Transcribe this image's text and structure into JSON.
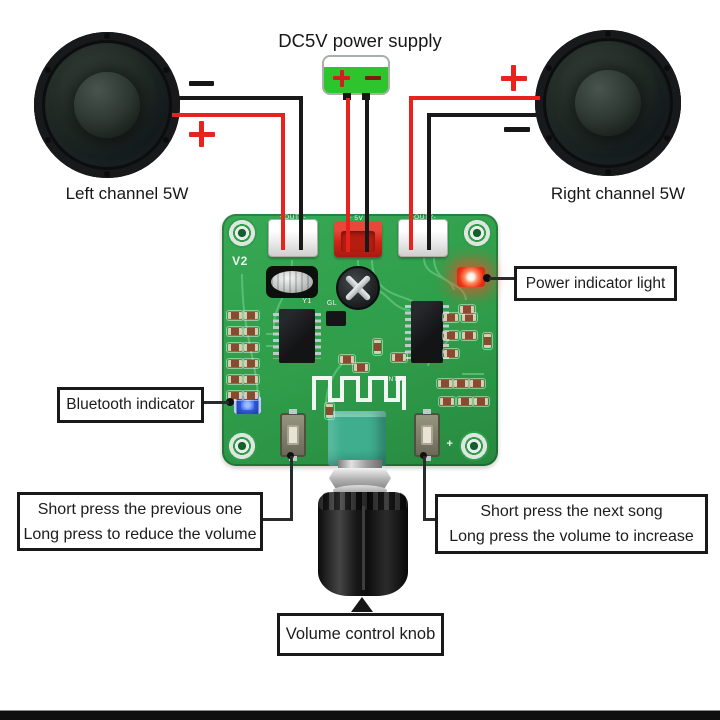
{
  "power_supply": {
    "label": "DC5V power supply",
    "positive": "+",
    "negative": "−"
  },
  "speakers": {
    "left": {
      "label": "Left channel 5W",
      "top_wire_polarity": "−",
      "bottom_wire_polarity": "+"
    },
    "right": {
      "label": "Right channel 5W",
      "top_wire_polarity": "+",
      "bottom_wire_polarity": "−"
    }
  },
  "callouts": {
    "power_led": {
      "label": "Power indicator light"
    },
    "bluetooth_led": {
      "label": "Bluetooth indicator"
    },
    "prev_button": {
      "line1": "Short press the previous one",
      "line2": "Long press to reduce the volume"
    },
    "next_button": {
      "line1": "Short press the next song",
      "line2": "Long press the volume to increase"
    },
    "volume_knob": {
      "label": "Volume control knob"
    }
  },
  "pcb": {
    "silkscreen": {
      "version": "V2",
      "crystal": "Y1",
      "antenna": "ANT1",
      "amp_label": "GL",
      "left_connector": "+OUT1-",
      "power_connector": "+ 5V -",
      "right_connector": "+OUT2-",
      "next_button_mark": "+"
    }
  },
  "icons": {
    "plus": "+",
    "minus": "−",
    "volume_pointer": "▲"
  },
  "colors": {
    "pcb_green": "#2f9d4a",
    "wire_red": "#e8231e",
    "wire_black": "#191919",
    "battery_green": "#2ec42e",
    "power_connector_red": "#cf2418",
    "power_led": "#ff3b1e",
    "bluetooth_led": "#3f6fff",
    "potentiometer_teal": "#3fae8f"
  }
}
